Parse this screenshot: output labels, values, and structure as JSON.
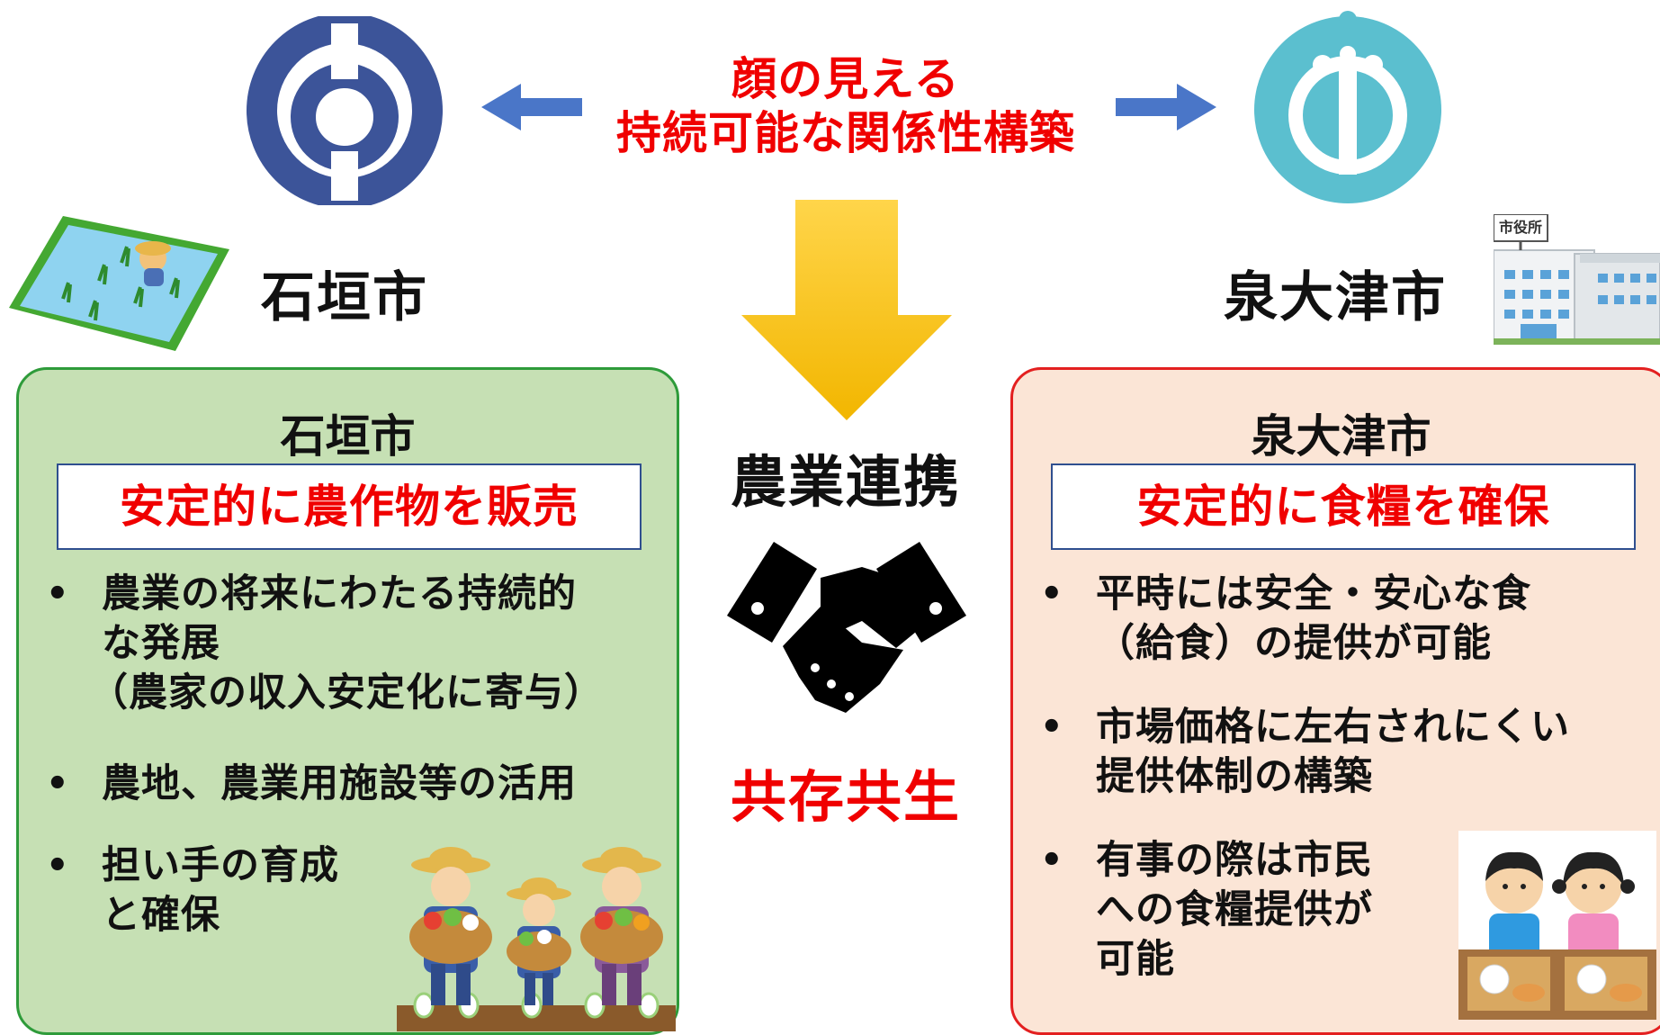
{
  "header": {
    "title_line1": "顔の見える",
    "title_line2": "持続可能な関係性構築"
  },
  "left_city": {
    "name": "石垣市"
  },
  "right_city": {
    "name": "泉大津市",
    "building_sign": "市役所"
  },
  "center": {
    "partnership_label": "農業連携",
    "coexistence_label": "共存共生"
  },
  "left_panel": {
    "heading": "石垣市",
    "goal": "安定的に農作物を販売",
    "bullet_symbol": "•",
    "bullets": [
      {
        "lines": [
          "農業の将来にわたる持続的",
          "な発展",
          "（農家の収入安定化に寄与）"
        ]
      },
      {
        "lines": [
          "農地、農業用施設等の活用"
        ]
      },
      {
        "lines": [
          "担い手の育成",
          "と確保"
        ]
      }
    ]
  },
  "right_panel": {
    "heading": "泉大津市",
    "goal": "安定的に食糧を確保",
    "bullet_symbol": "•",
    "bullets": [
      {
        "lines": [
          "平時には安全・安心な食",
          "（給食）の提供が可能"
        ]
      },
      {
        "lines": [
          "市場価格に左右されにくい",
          "提供体制の構築"
        ]
      },
      {
        "lines": [
          "有事の際は市民",
          "への食糧提供が",
          "可能"
        ]
      }
    ]
  },
  "colors": {
    "accent_red": "#f00000",
    "ishigaki_emblem": "#3c5499",
    "izumiotsu_emblem": "#5bbfcf",
    "arrow_blue": "#4a76c8",
    "arrow_gold": "#f5c000",
    "left_panel_bg": "#c6e0b4",
    "right_panel_bg": "#fbe5d6"
  }
}
